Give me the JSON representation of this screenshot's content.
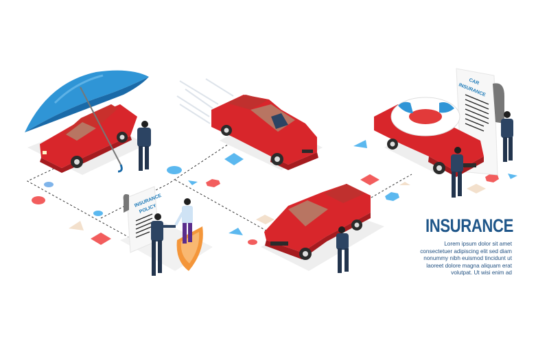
{
  "title": "INSURANCE",
  "description_lines": [
    "Lorem ipsum dolor sit amet",
    "consectetuer adipiscing elit sed diam",
    "nonummy nibh euismod tincidunt ut",
    "laoreet dolore magna aliquam erat",
    "volutpat. Ut wisi enim ad"
  ],
  "documents": {
    "policy": {
      "line1": "INSURANCE",
      "line2": "POLICY"
    },
    "car_insurance": {
      "line1": "CAR",
      "line2": "INSURANCE"
    }
  },
  "scenes": [
    {
      "id": "umbrella",
      "label": "car under umbrella with thinking man"
    },
    {
      "id": "driving",
      "label": "speeding car with driver"
    },
    {
      "id": "handshake",
      "label": "insurance policy handshake with shield"
    },
    {
      "id": "damaged",
      "label": "damaged car with distressed man"
    },
    {
      "id": "lifebuoy",
      "label": "car with lifebuoy and car insurance document"
    }
  ],
  "colors": {
    "car_red": "#d8262b",
    "car_dark": "#a51b1f",
    "umbrella_blue": "#2f95d6",
    "umbrella_dark": "#1a6aa8",
    "title_blue": "#1f5689",
    "suit": "#2c4463",
    "shield_orange": "#f4963a",
    "shape_red": "#f25d5d",
    "shape_blue": "#5bb8ef",
    "shape_beige": "#f3e0cc"
  }
}
